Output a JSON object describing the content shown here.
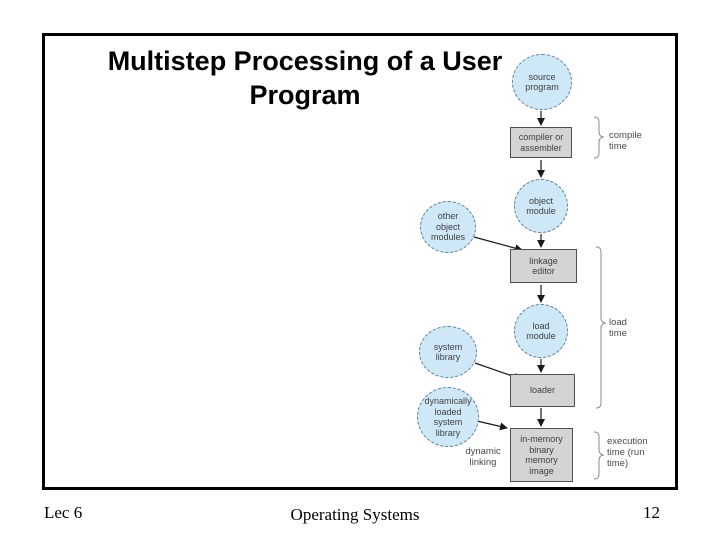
{
  "slide": {
    "title": "Multistep Processing of a User Program",
    "footer": {
      "left": "Lec 6",
      "center": "Operating Systems",
      "page_number": "12"
    }
  },
  "diagram": {
    "nodes": {
      "source_program": "source\nprogram",
      "compiler": "compiler or\nassembler",
      "object_module": "object\nmodule",
      "other_object_modules": "other\nobject\nmodules",
      "linkage_editor": "linkage\neditor",
      "load_module": "load\nmodule",
      "system_library": "system\nlibrary",
      "loader": "loader",
      "dynamically_loaded_system_library": "dynamically\nloaded\nsystem\nlibrary",
      "in_memory_image": "in-memory\nbinary\nmemory\nimage"
    },
    "labels": {
      "compile_time": "compile\ntime",
      "load_time": "load\ntime",
      "execution_time": "execution\ntime (run\ntime)",
      "dynamic_linking": "dynamic\nlinking"
    },
    "colors": {
      "node_fill": "#cfe8f8",
      "node_border": "#5f7d92",
      "box_fill": "#d4d4d4",
      "box_border": "#4f4f4f",
      "arrow": "#1a1a1a",
      "brace": "#8a8a8a",
      "text": "#3f3f3f"
    }
  }
}
